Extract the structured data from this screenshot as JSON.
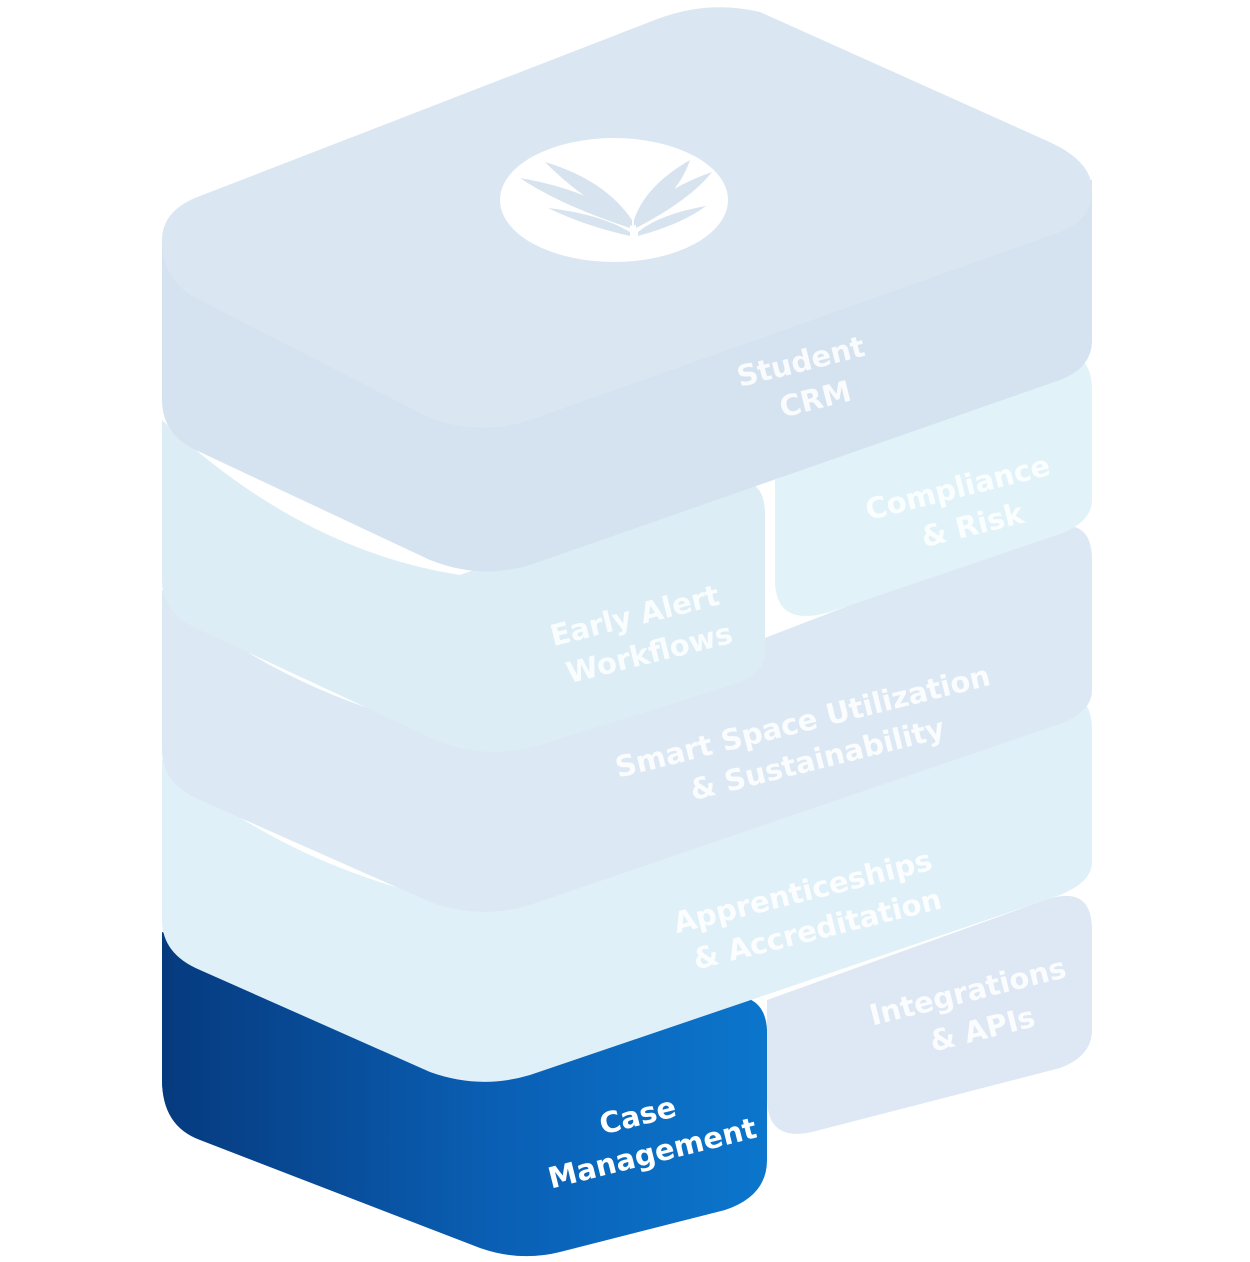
{
  "diagram": {
    "active_module": "case_management",
    "accent_color": "#0a4f9e",
    "inactive_color": "#dbe8f3",
    "logo": {
      "icon": "leaf-logo-icon"
    },
    "modules": {
      "student_crm": {
        "line1": "Student",
        "line2": "CRM",
        "color": "#d9e7f3"
      },
      "compliance_risk": {
        "line1": "Compliance",
        "line2": "& Risk",
        "color": "#e1f3f9"
      },
      "early_alert": {
        "line1": "Early Alert",
        "line2": "Workflows",
        "color": "#dcedf6"
      },
      "smart_space": {
        "line1": "Smart Space Utilization",
        "line2": "& Sustainability",
        "color": "#dce9f4"
      },
      "apprenticeships": {
        "line1": "Apprenticeships",
        "line2": "& Accreditation",
        "color": "#e0f0f8"
      },
      "integrations": {
        "line1": "Integrations",
        "line2": "& APIs",
        "color": "#dde8f4"
      },
      "case_management": {
        "line1": "Case",
        "line2": "Management",
        "color": "#0a5fb4"
      }
    }
  }
}
